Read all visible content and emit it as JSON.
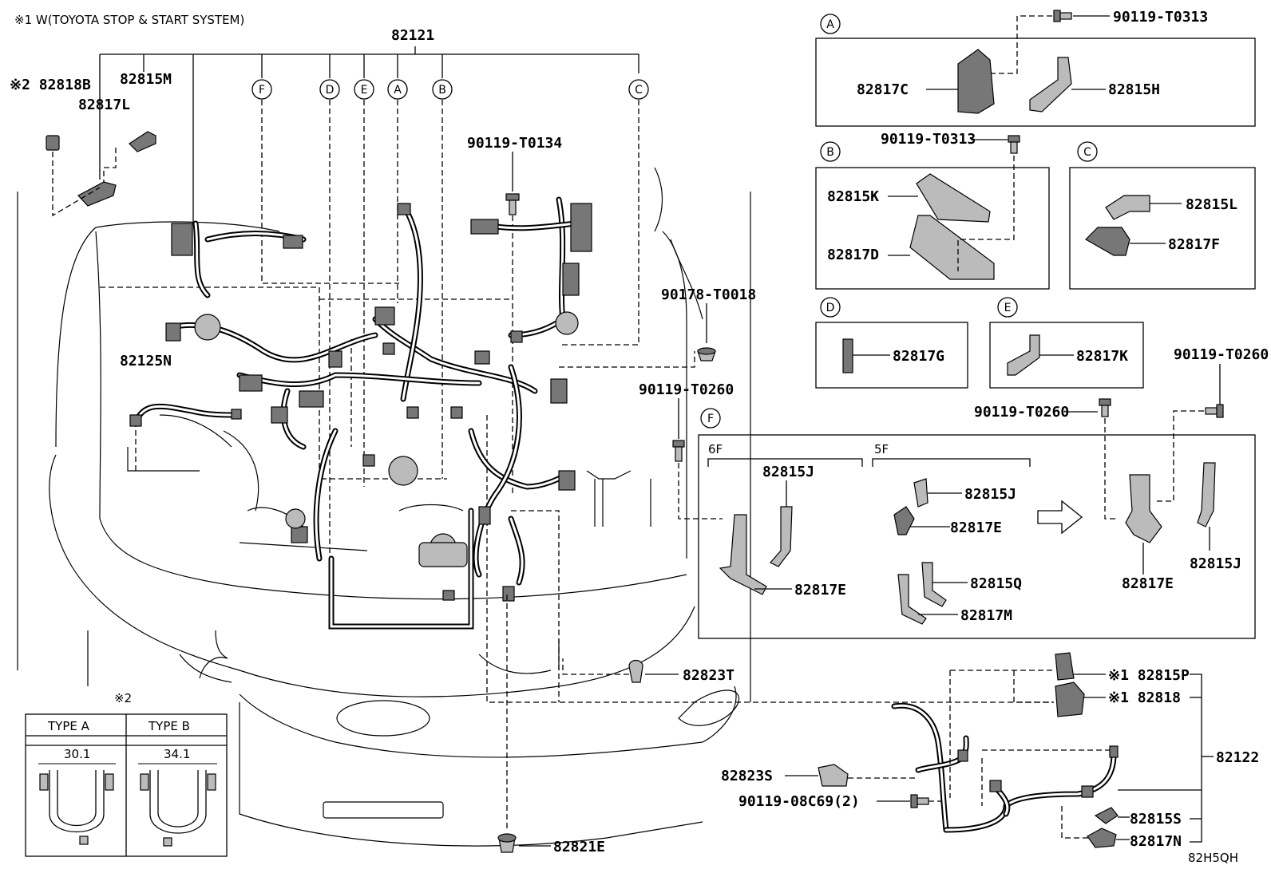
{
  "notes": {
    "note1": "※1 W(TOYOTA STOP & START SYSTEM)",
    "note2_mark": "※2",
    "figure_code": "82H5QH"
  },
  "main_labels": {
    "l_82121": "82121",
    "l_82818B": "※2 82818B",
    "l_82815M": "82815M",
    "l_82817L": "82817L",
    "l_90119T0134": "90119-T0134",
    "l_90178T0018": "90178-T0018",
    "l_82125N": "82125N",
    "l_90119T0260a": "90119-T0260",
    "l_82823T": "82823T",
    "l_82821E": "82821E",
    "l_82823S": "82823S",
    "l_9011908C69": "90119-08C69(2)",
    "l_82122": "82122",
    "l_82815P": "※1 82815P",
    "l_82818": "※1 82818",
    "l_82815S": "82815S",
    "l_82817N": "82817N"
  },
  "callouts": {
    "A": "A",
    "B": "B",
    "C": "C",
    "D": "D",
    "E": "E",
    "F": "F"
  },
  "box_A": {
    "top": "90119-T0313",
    "p1": "82817C",
    "p2": "82815H"
  },
  "box_B": {
    "top": "90119-T0313",
    "p1": "82815K",
    "p2": "82817D"
  },
  "box_C": {
    "p1": "82815L",
    "p2": "82817F"
  },
  "box_D": {
    "p1": "82817G"
  },
  "box_E": {
    "p1": "82817K"
  },
  "box_F": {
    "top_bolt1": "90119-T0260",
    "top_bolt2": "90119-T0260",
    "g1": "6F",
    "g2": "5F",
    "p_6F_1": "82815J",
    "p_6F_2": "82817E",
    "p_5F_1": "82815J",
    "p_5F_2": "82817E",
    "p_5F_3": "82815Q",
    "p_5F_4": "82817M",
    "p_r1": "82817E",
    "p_r2": "82815J"
  },
  "type_table": {
    "type_a": "TYPE A",
    "type_b": "TYPE B",
    "dim_a": "30.1",
    "dim_b": "34.1"
  }
}
